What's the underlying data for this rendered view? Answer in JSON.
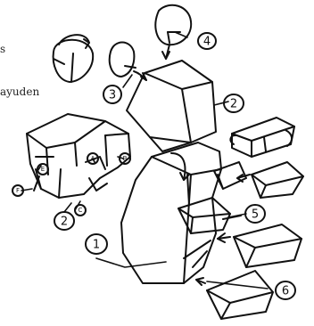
{
  "page": {
    "text_fragment_top": "s",
    "text_fragment_mid": "ayuden"
  },
  "labels": {
    "n1": "1",
    "n2_top": "2",
    "n2_left": "2",
    "n3": "3",
    "n4": "4",
    "n5": "5",
    "n6": "6",
    "a": "A",
    "b": "B",
    "c": "C",
    "e": "E",
    "f": "F"
  },
  "colors": {
    "ink": "#111111",
    "paper": "#ffffff"
  }
}
